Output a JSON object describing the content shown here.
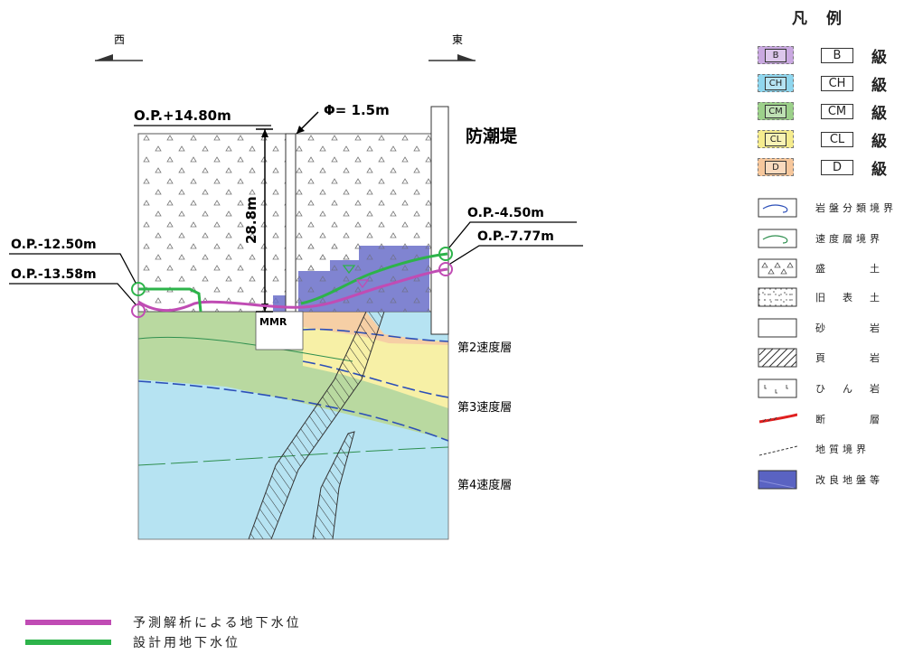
{
  "directions": {
    "west": "西",
    "east": "東"
  },
  "annotations": {
    "top_elev": "O.P.+14.80m",
    "diameter": "Φ= 1.5m",
    "seawall": "防潮堤",
    "depth": "28.8m",
    "mmr": "MMR",
    "op_m450": "O.P.-4.50m",
    "op_m777": "O.P.-7.77m",
    "op_m1250": "O.P.-12.50m",
    "op_m1358": "O.P.-13.58m",
    "layer2": "第2速度層",
    "layer3": "第3速度層",
    "layer4": "第4速度層"
  },
  "legend": {
    "title": "凡　例",
    "grades": [
      {
        "code": "B",
        "box": "B",
        "kyu": "級",
        "color": "#c9a8e0"
      },
      {
        "code": "CH",
        "box": "CH",
        "kyu": "級",
        "color": "#8fd6ee"
      },
      {
        "code": "CM",
        "box": "CM",
        "kyu": "級",
        "color": "#9cd08a"
      },
      {
        "code": "CL",
        "box": "CL",
        "kyu": "級",
        "color": "#f5ec8e"
      },
      {
        "code": "D",
        "box": "D",
        "kyu": "級",
        "color": "#f6c79c"
      }
    ],
    "items": [
      {
        "label": "岩盤分類境界",
        "icon": "rock-class-boundary-icon"
      },
      {
        "label": "速度層境界",
        "icon": "velocity-boundary-icon"
      },
      {
        "label": "盛　　　土",
        "icon": "fill-soil-icon"
      },
      {
        "label": "旧　表　土",
        "icon": "old-topsoil-icon"
      },
      {
        "label": "砂　　　岩",
        "icon": "sandstone-icon"
      },
      {
        "label": "頁　　　岩",
        "icon": "shale-icon"
      },
      {
        "label": "ひ　ん　岩",
        "icon": "porphyrite-icon"
      },
      {
        "label": "断　　　層",
        "icon": "fault-icon"
      },
      {
        "label": "地質境界",
        "icon": "geologic-boundary-icon"
      },
      {
        "label": "改良地盤等",
        "icon": "improved-ground-icon"
      }
    ]
  },
  "water_levels": [
    {
      "label": "予測解析による地下水位",
      "color": "#c04cb4"
    },
    {
      "label": "設計用地下水位",
      "color": "#2db34a"
    }
  ],
  "colors": {
    "green_layer": "#b9d9a0",
    "yellow_layer": "#f7f0a6",
    "orange_layer": "#f6cfa5",
    "blue_layer": "#b6e3f2",
    "improved": "#6a6fc9",
    "boundary_blue": "#2c4fb8",
    "velocity_green": "#2f8f4f"
  }
}
